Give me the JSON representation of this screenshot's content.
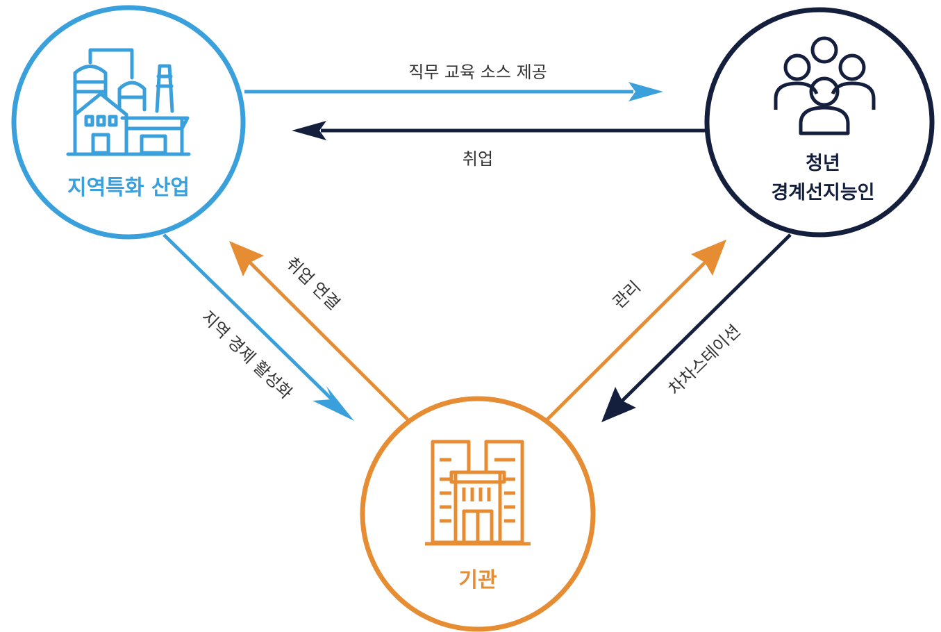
{
  "colors": {
    "industry": "#3aa0dc",
    "youth": "#141e3d",
    "institution": "#e68c32",
    "edge_text": "#333333"
  },
  "nodes": {
    "industry": {
      "label": "지역특화 산업",
      "icon": "factory-icon"
    },
    "youth": {
      "label_line1": "청년",
      "label_line2": "경계선지능인",
      "icon": "people-group-icon"
    },
    "institution": {
      "label": "기관",
      "icon": "office-building-icon"
    }
  },
  "edges": {
    "industry_to_youth": "직무 교육 소스 제공",
    "youth_to_industry": "취업",
    "industry_to_institution": "지역 경제 활성화",
    "institution_to_industry": "취업 연결",
    "institution_to_youth": "관리",
    "youth_to_institution": "차차스테이션"
  }
}
